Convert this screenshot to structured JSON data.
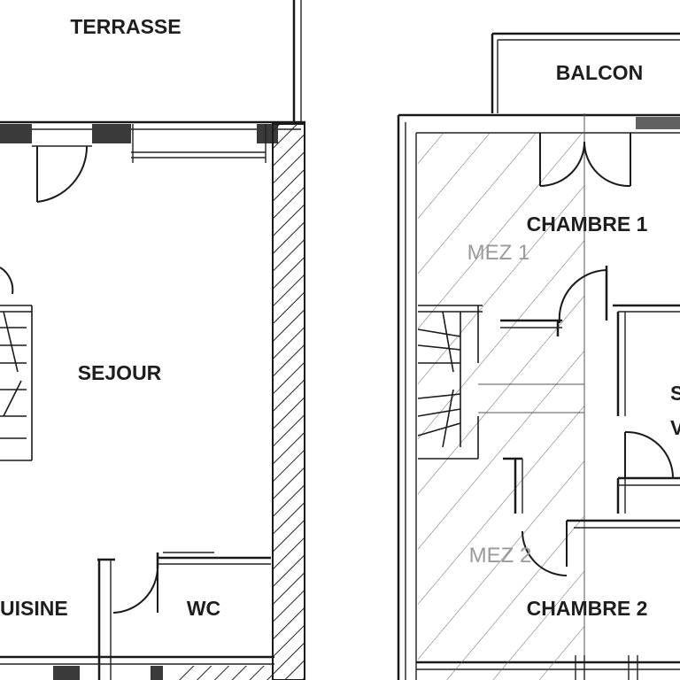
{
  "ground_floor": {
    "terrace_label": "TERRASSE",
    "living_label": "SEJOUR",
    "kitchen_label": "UISINE",
    "wc_label": "WC"
  },
  "upper_floor": {
    "balcony_label": "BALCON",
    "bedroom1_label": "CHAMBRE 1",
    "bedroom2_label": "CHAMBRE 2",
    "mezzanine1_label": "MEZ 1",
    "mezzanine2_label": "MEZ 2",
    "bathroom_label_line1": "S",
    "bathroom_label_line2": "V"
  }
}
